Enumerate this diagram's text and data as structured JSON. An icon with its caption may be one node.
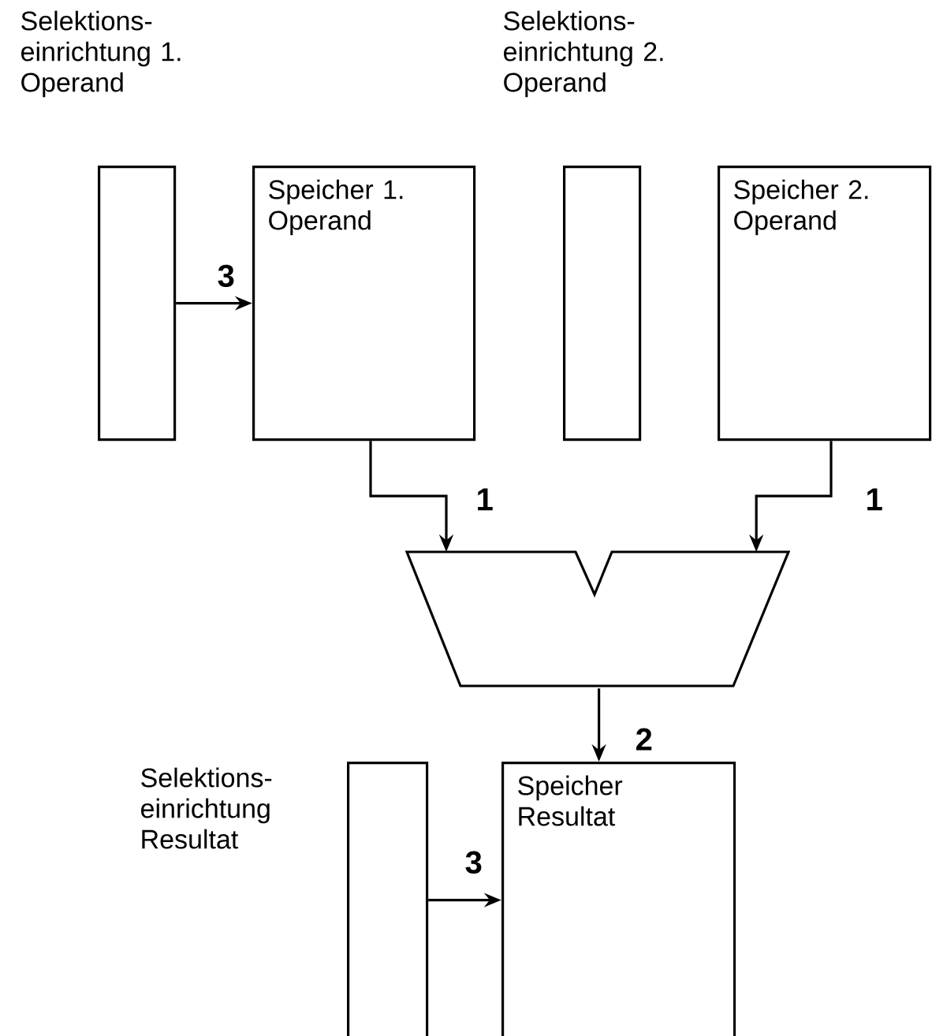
{
  "diagram": {
    "nodes": [
      {
        "text": [
          "Selektions- einrichtung 1. Operand"
        ]
      },
      {
        "text": [
          "Speicher 1. Operand"
        ]
      },
      {
        "text": [
          "Selektions- einrichtung 2. Operand"
        ]
      },
      {
        "text": [
          "Speicher 2. Operand"
        ]
      },
      {
        "text": [],
        "shape": "trapezoid"
      },
      {
        "text": [
          "Selektions- einrichtung Resultat"
        ]
      },
      {
        "text": [
          "Speicher Resultat"
        ]
      }
    ],
    "edges": [
      {
        "from": 0,
        "to": 1,
        "arrow": "to",
        "label": "3"
      },
      {
        "from": 1,
        "to": 4,
        "arrow": "to",
        "label": "1"
      },
      {
        "from": 3,
        "to": 4,
        "arrow": "to",
        "label": "1"
      },
      {
        "from": 4,
        "to": 6,
        "arrow": "to",
        "label": "2"
      },
      {
        "from": 5,
        "to": 6,
        "arrow": "to",
        "label": "3"
      }
    ]
  }
}
